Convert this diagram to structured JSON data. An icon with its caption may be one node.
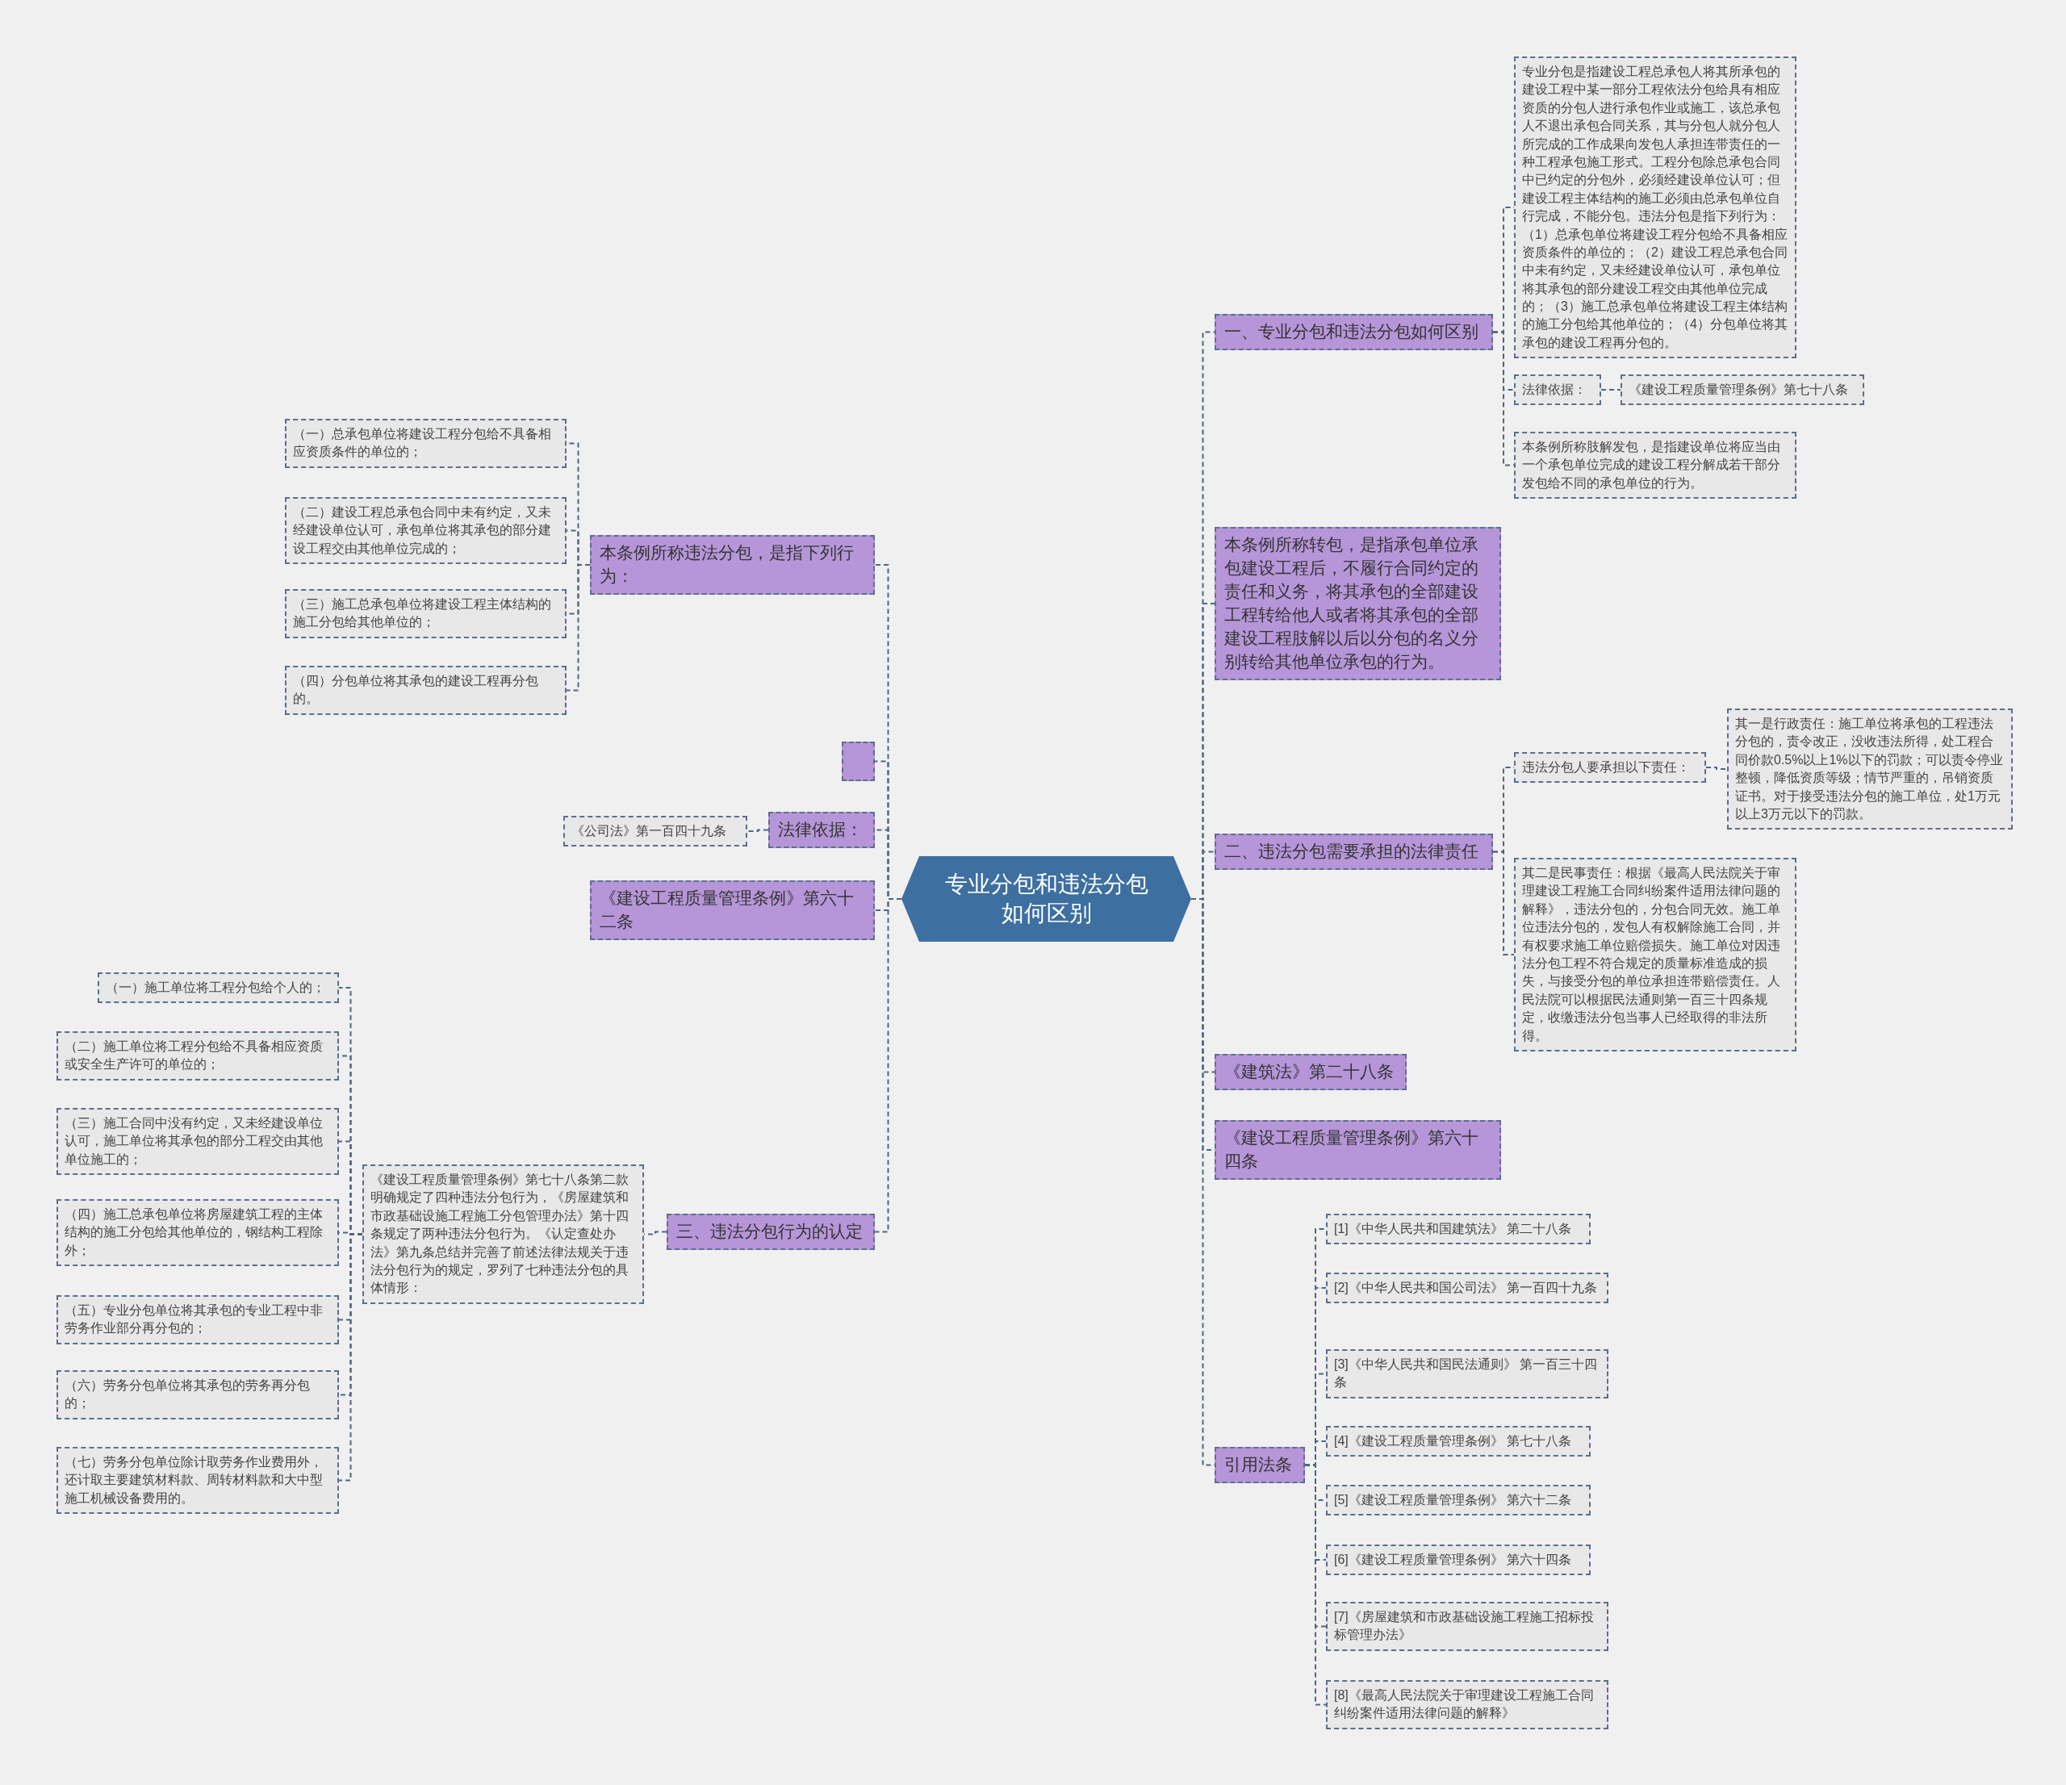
{
  "diagram": {
    "nodes": [
      {
        "text": [
          "专业分包和违法分包如何区别"
        ]
      },
      {
        "text": [
          "一、专业分包和违法分包如何区别"
        ]
      },
      {
        "text": [
          "专业分包是指建设工程总承包人将其所承包的建设工程中某一部分工程依法分包给具有相应资质的分包人进行承包作业或施工，该总承包人不退出承包合同关系，其与分包人就分包人所完成的工作成果向发包人承担连带责任的一种工程承包施工形式。工程分包除总承包合同中已约定的分包外，必须经建设单位认可；但建设工程主体结构的施工必须由总承包单位自行完成，不能分包。违法分包是指下列行为：（1）总承包单位将建设工程分包给不具备相应资质条件的单位的；（2）建设工程总承包合同中未有约定，又未经建设单位认可，承包单位将其承包的部分建设工程交由其他单位完成的；（3）施工总承包单位将建设工程主体结构的施工分包给其他单位的；（4）分包单位将其承包的建设工程再分包的。"
        ]
      },
      {
        "text": [
          "法律依据："
        ]
      },
      {
        "text": [
          "《建设工程质量管理条例》第七十八条"
        ]
      },
      {
        "text": [
          "本条例所称肢解发包，是指建设单位将应当由一个承包单位完成的建设工程分解成若干部分发包给不同的承包单位的行为。"
        ]
      },
      {
        "text": [
          "本条例所称转包，是指承包单位承包建设工程后，不履行合同约定的责任和义务，将其承包的全部建设工程转给他人或者将其承包的全部建设工程肢解以后以分包的名义分别转给其他单位承包的行为。"
        ]
      },
      {
        "text": [
          "二、违法分包需要承担的法律责任"
        ]
      },
      {
        "text": [
          "违法分包人要承担以下责任："
        ]
      },
      {
        "text": [
          "其一是行政责任：施工单位将承包的工程违法分包的，责令改正，没收违法所得，处工程合同价款0.5%以上1%以下的罚款；可以责令停业整顿，降低资质等级；情节严重的，吊销资质证书。对于接受违法分包的施工单位，处1万元以上3万元以下的罚款。"
        ]
      },
      {
        "text": [
          "其二是民事责任：根据《最高人民法院关于审理建设工程施工合同纠纷案件适用法律问题的解释》，违法分包的，分包合同无效。施工单位违法分包的，发包人有权解除施工合同，并有权要求施工单位赔偿损失。施工单位对因违法分包工程不符合规定的质量标准造成的损失，与接受分包的单位承担连带赔偿责任。人民法院可以根据民法通则第一百三十四条规定，收缴违法分包当事人已经取得的非法所得。"
        ]
      },
      {
        "text": [
          "《建筑法》第二十八条"
        ]
      },
      {
        "text": [
          "《建设工程质量管理条例》第六十四条"
        ]
      },
      {
        "text": [
          "引用法条"
        ]
      },
      {
        "text": [
          "[1]《中华人民共和国建筑法》 第二十八条"
        ]
      },
      {
        "text": [
          "[2]《中华人民共和国公司法》 第一百四十九条"
        ]
      },
      {
        "text": [
          "[3]《中华人民共和国民法通则》 第一百三十四条"
        ]
      },
      {
        "text": [
          "[4]《建设工程质量管理条例》 第七十八条"
        ]
      },
      {
        "text": [
          "[5]《建设工程质量管理条例》 第六十二条"
        ]
      },
      {
        "text": [
          "[6]《建设工程质量管理条例》 第六十四条"
        ]
      },
      {
        "text": [
          "[7]《房屋建筑和市政基础设施工程施工招标投标管理办法》"
        ]
      },
      {
        "text": [
          "[8]《最高人民法院关于审理建设工程施工合同纠纷案件适用法律问题的解释》"
        ]
      },
      {
        "text": [
          "本条例所称违法分包，是指下列行为："
        ]
      },
      {
        "text": [
          "（一）总承包单位将建设工程分包给不具备相应资质条件的单位的；"
        ]
      },
      {
        "text": [
          "（二）建设工程总承包合同中未有约定，又未经建设单位认可，承包单位将其承包的部分建设工程交由其他单位完成的；"
        ]
      },
      {
        "text": [
          "（三）施工总承包单位将建设工程主体结构的施工分包给其他单位的；"
        ]
      },
      {
        "text": [
          "（四）分包单位将其承包的建设工程再分包的。"
        ]
      },
      {
        "text": [],
        "shape": "box"
      },
      {
        "text": [
          "法律依据："
        ]
      },
      {
        "text": [
          "《公司法》第一百四十九条"
        ]
      },
      {
        "text": [
          "《建设工程质量管理条例》第六十二条"
        ]
      },
      {
        "text": [
          "三、违法分包行为的认定"
        ]
      },
      {
        "text": [
          "《建设工程质量管理条例》第七十八条第二款明确规定了四种违法分包行为，《房屋建筑和市政基础设施工程施工分包管理办法》第十四条规定了两种违法分包行为。《认定查处办法》第九条总结并完善了前述法律法规关于违法分包行为的规定，罗列了七种违法分包的具体情形："
        ]
      },
      {
        "text": [
          "（一）施工单位将工程分包给个人的；"
        ]
      },
      {
        "text": [
          "（二）施工单位将工程分包给不具备相应资质或安全生产许可的单位的；"
        ]
      },
      {
        "text": [
          "（三）施工合同中没有约定，又未经建设单位认可，施工单位将其承包的部分工程交由其他单位施工的；"
        ]
      },
      {
        "text": [
          "（四）施工总承包单位将房屋建筑工程的主体结构的施工分包给其他单位的，钢结构工程除外；"
        ]
      },
      {
        "text": [
          "（五）专业分包单位将其承包的专业工程中非劳务作业部分再分包的；"
        ]
      },
      {
        "text": [
          "（六）劳务分包单位将其承包的劳务再分包的；"
        ]
      },
      {
        "text": [
          "（七）劳务分包单位除计取劳务作业费用外，还计取主要建筑材料款、周转材料款和大中型施工机械设备费用的。"
        ]
      }
    ],
    "edges": [
      {
        "from": 0,
        "to": 1,
        "arrow": "none"
      },
      {
        "from": 1,
        "to": 2,
        "arrow": "none"
      },
      {
        "from": 1,
        "to": 3,
        "arrow": "none"
      },
      {
        "from": 3,
        "to": 4,
        "arrow": "none"
      },
      {
        "from": 1,
        "to": 5,
        "arrow": "none"
      },
      {
        "from": 0,
        "to": 6,
        "arrow": "none"
      },
      {
        "from": 0,
        "to": 7,
        "arrow": "none"
      },
      {
        "from": 7,
        "to": 8,
        "arrow": "none"
      },
      {
        "from": 8,
        "to": 9,
        "arrow": "none"
      },
      {
        "from": 7,
        "to": 10,
        "arrow": "none"
      },
      {
        "from": 0,
        "to": 11,
        "arrow": "none"
      },
      {
        "from": 0,
        "to": 12,
        "arrow": "none"
      },
      {
        "from": 0,
        "to": 13,
        "arrow": "none"
      },
      {
        "from": 13,
        "to": 14,
        "arrow": "none"
      },
      {
        "from": 13,
        "to": 15,
        "arrow": "none"
      },
      {
        "from": 13,
        "to": 16,
        "arrow": "none"
      },
      {
        "from": 13,
        "to": 17,
        "arrow": "none"
      },
      {
        "from": 13,
        "to": 18,
        "arrow": "none"
      },
      {
        "from": 13,
        "to": 19,
        "arrow": "none"
      },
      {
        "from": 13,
        "to": 20,
        "arrow": "none"
      },
      {
        "from": 13,
        "to": 21,
        "arrow": "none"
      },
      {
        "from": 0,
        "to": 22,
        "arrow": "none"
      },
      {
        "from": 22,
        "to": 23,
        "arrow": "none"
      },
      {
        "from": 22,
        "to": 24,
        "arrow": "none"
      },
      {
        "from": 22,
        "to": 25,
        "arrow": "none"
      },
      {
        "from": 22,
        "to": 26,
        "arrow": "none"
      },
      {
        "from": 0,
        "to": 27,
        "arrow": "none"
      },
      {
        "from": 0,
        "to": 28,
        "arrow": "none"
      },
      {
        "from": 28,
        "to": 29,
        "arrow": "none"
      },
      {
        "from": 0,
        "to": 30,
        "arrow": "none"
      },
      {
        "from": 0,
        "to": 31,
        "arrow": "none"
      },
      {
        "from": 31,
        "to": 32,
        "arrow": "none"
      },
      {
        "from": 32,
        "to": 33,
        "arrow": "none"
      },
      {
        "from": 32,
        "to": 34,
        "arrow": "none"
      },
      {
        "from": 32,
        "to": 35,
        "arrow": "none"
      },
      {
        "from": 32,
        "to": 36,
        "arrow": "none"
      },
      {
        "from": 32,
        "to": 37,
        "arrow": "none"
      },
      {
        "from": 32,
        "to": 38,
        "arrow": "none"
      },
      {
        "from": 32,
        "to": 39,
        "arrow": "none"
      }
    ]
  }
}
